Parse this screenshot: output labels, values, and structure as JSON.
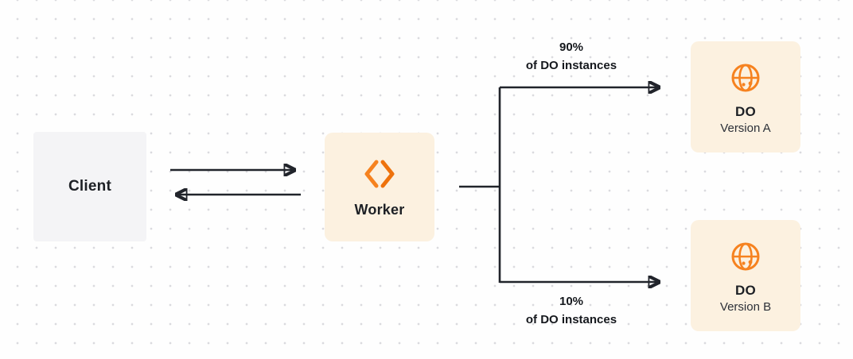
{
  "canvas": {
    "colors": {
      "accent_orange": "#f6821f",
      "node_cream_bg": "#fcf1e0",
      "client_gray_bg": "#f4f4f6",
      "connector_dark": "#21242b",
      "dot_grid": "#dadade"
    }
  },
  "nodes": {
    "client": {
      "label": "Client"
    },
    "worker": {
      "label": "Worker",
      "icon": "code-brackets-icon"
    },
    "do_version_a": {
      "title": "DO",
      "subtitle": "Version A",
      "icon": "globe-icon"
    },
    "do_version_b": {
      "title": "DO",
      "subtitle": "Version B",
      "icon": "globe-icon"
    }
  },
  "edges": {
    "top_branch_label": {
      "percent": "90%",
      "caption": "of DO instances"
    },
    "bottom_branch_label": {
      "percent": "10%",
      "caption": "of DO instances"
    }
  }
}
